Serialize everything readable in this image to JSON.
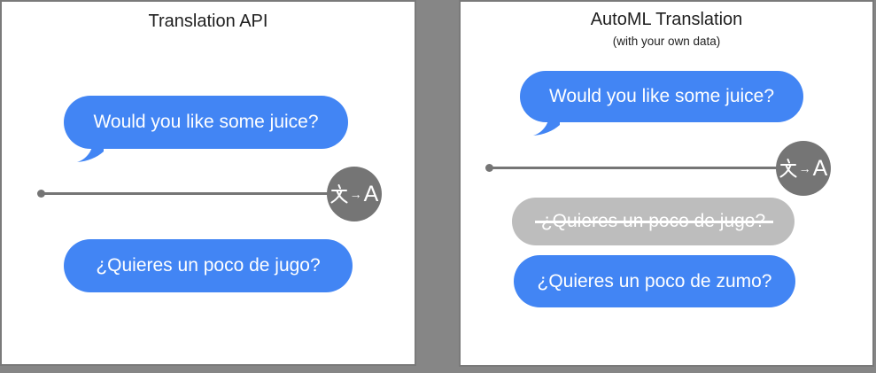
{
  "colors": {
    "bubble_blue": "#4285F4",
    "bubble_gray": "#BDBDBD",
    "icon_circle_gray": "#757575",
    "connector_gray": "#757575",
    "backdrop_gray": "#868686",
    "panel_border_gray": "#7A7A7A",
    "title_text": "#1F1F1F",
    "bubble_text": "#FFFFFF"
  },
  "translate_icon": {
    "label": "文→A",
    "arrow": "→",
    "letter": "A"
  },
  "left_panel": {
    "title": "Translation API",
    "source_bubble": "Would you like some juice?",
    "result_bubble": "¿Quieres un poco de jugo?"
  },
  "right_panel": {
    "title": "AutoML Translation",
    "subtitle": "(with your own data)",
    "source_bubble": "Would you like some juice?",
    "rejected_bubble": "¿Quieres un poco de jugo?",
    "result_bubble": "¿Quieres un poco de zumo?"
  }
}
